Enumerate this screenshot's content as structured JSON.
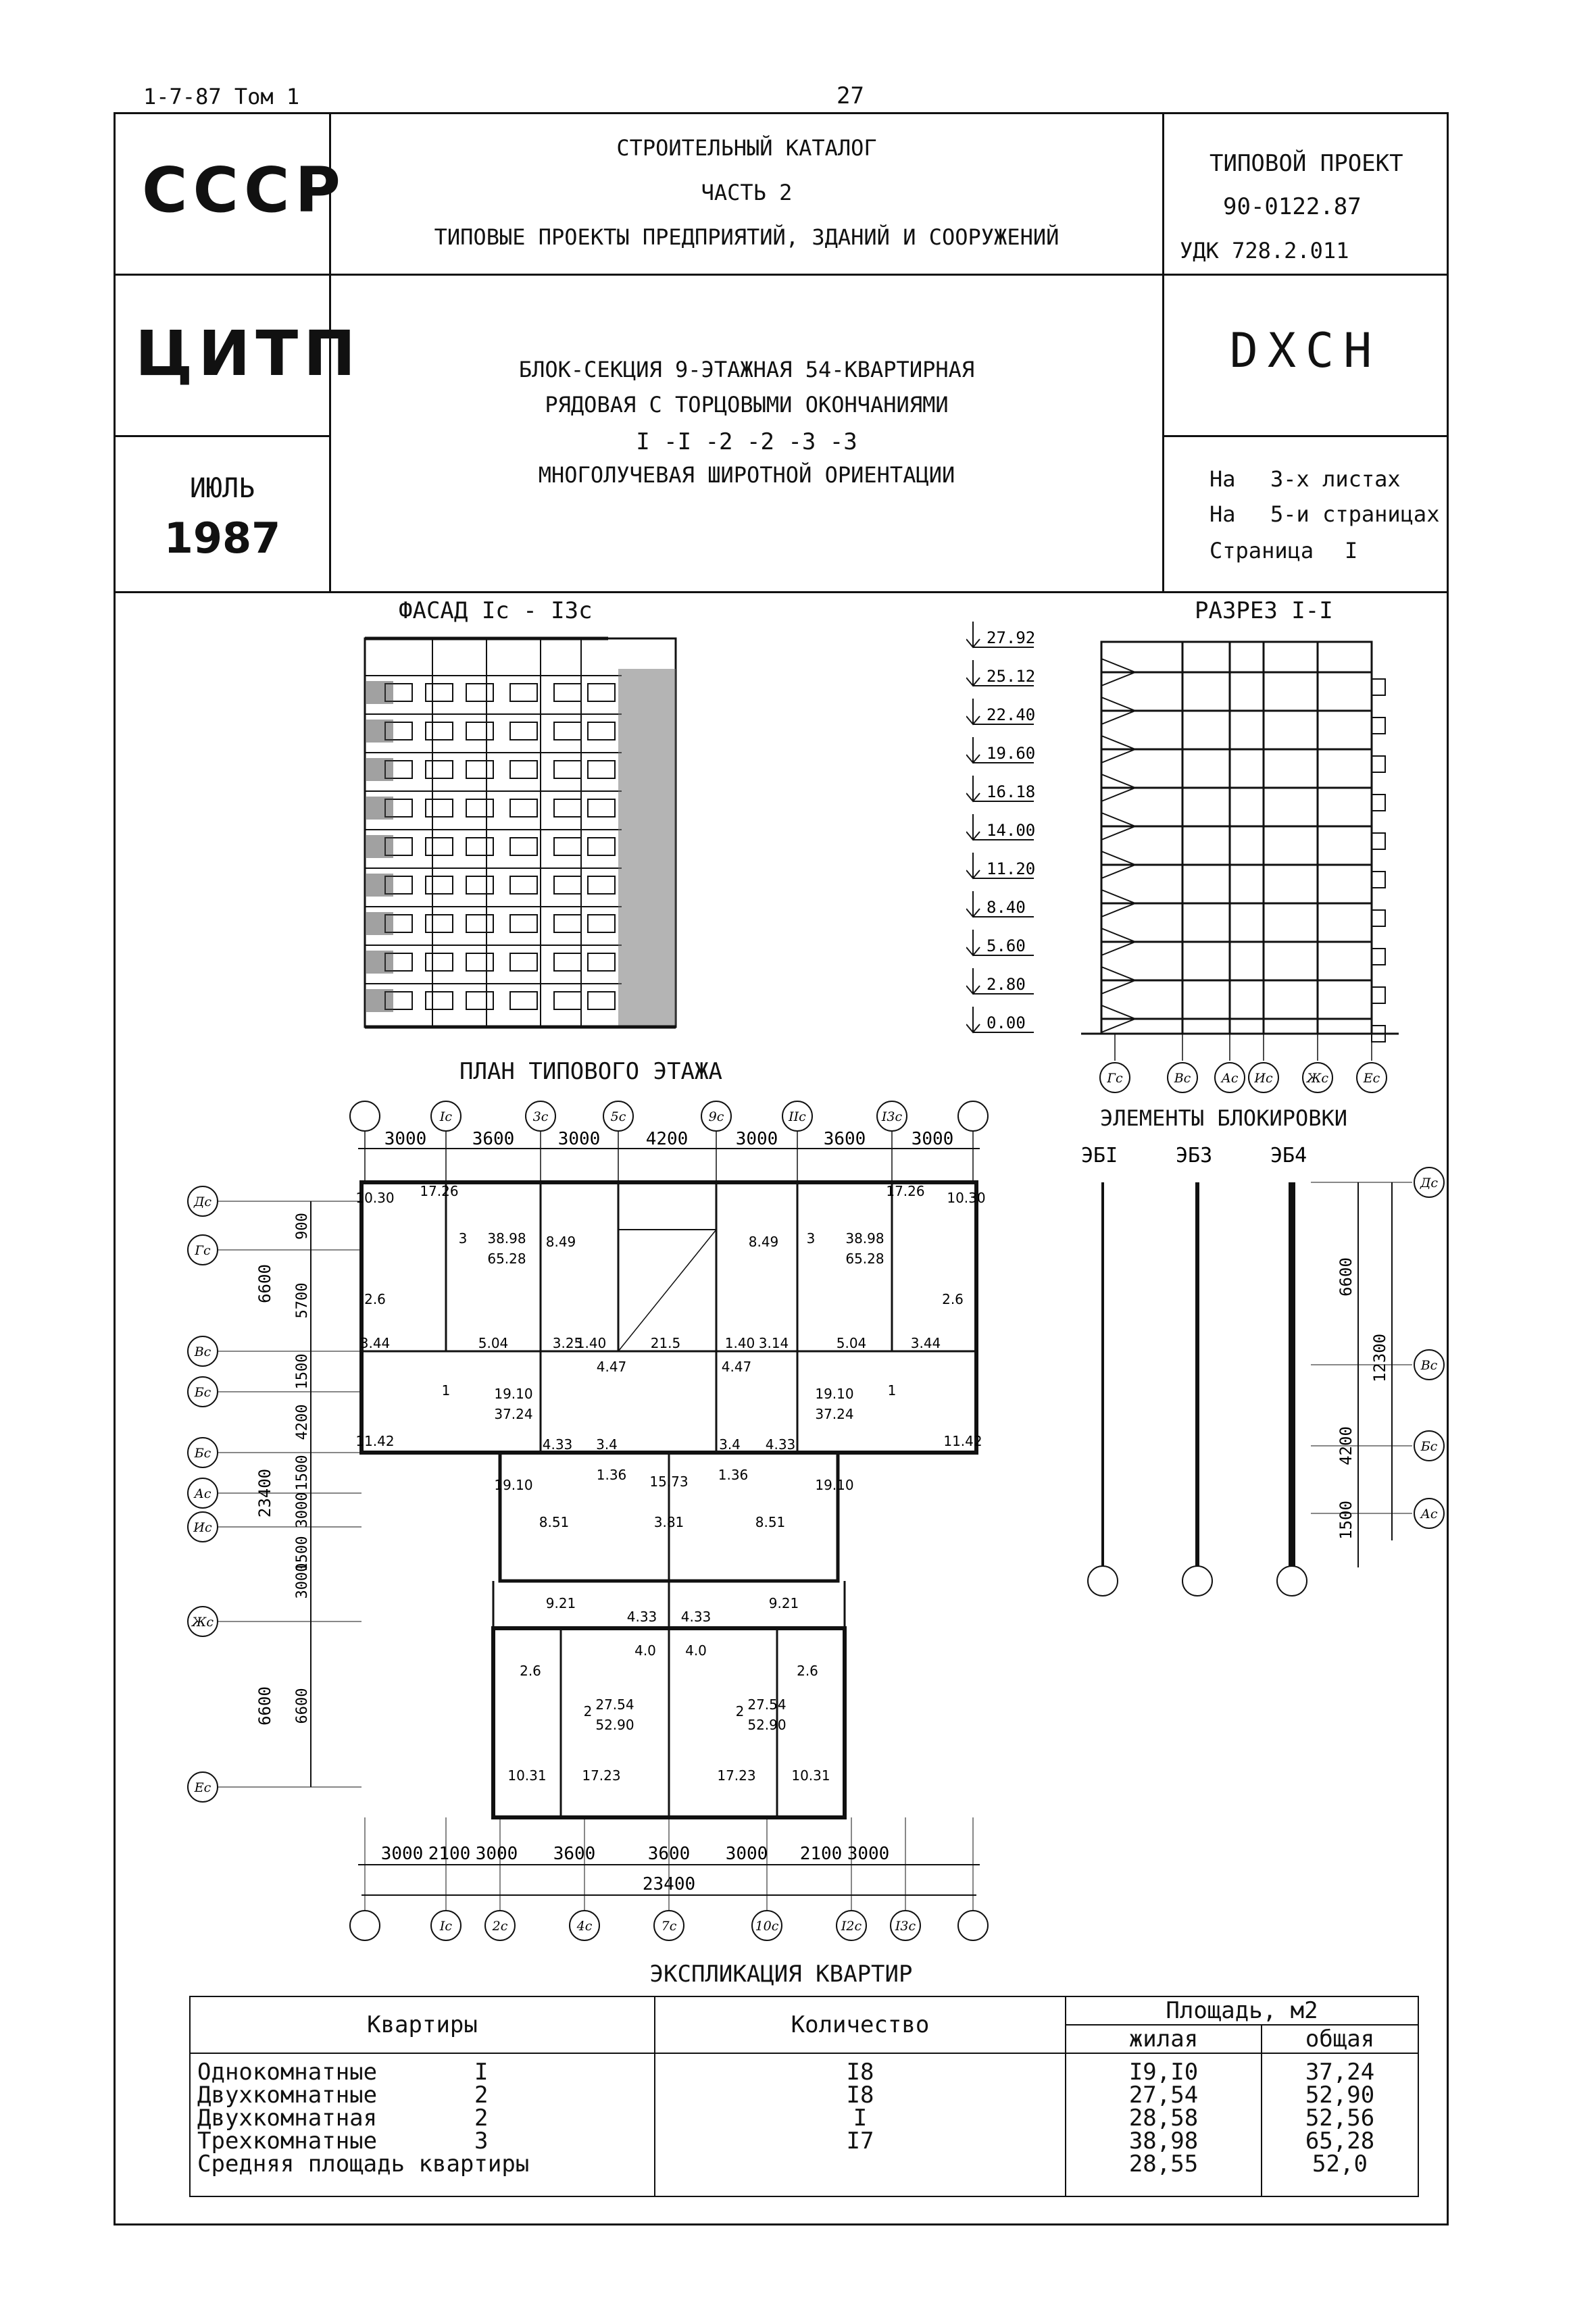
{
  "header": {
    "series": "1-7-87 Том 1",
    "page_number": "27"
  },
  "title_block": {
    "country": "СССР",
    "org": "ЦИТП",
    "month": "ИЮЛЬ",
    "year": "1987",
    "catalog_line1": "СТРОИТЕЛЬНЫЙ КАТАЛОГ",
    "catalog_line2": "ЧАСТЬ 2",
    "catalog_line3": "ТИПОВЫЕ ПРОЕКТЫ ПРЕДПРИЯТИЙ, ЗДАНИЙ И СООРУЖЕНИЙ",
    "project_label": "ТИПОВОЙ ПРОЕКТ",
    "project_number": "90-0122.87",
    "udk": "УДК 728.2.011",
    "code": "DXCH",
    "desc_line1": "БЛОК-СЕКЦИЯ 9-ЭТАЖНАЯ 54-КВАРТИРНАЯ",
    "desc_line2": "РЯДОВАЯ С ТОРЦОВЫМИ ОКОНЧАНИЯМИ",
    "desc_line3": "I -I -2 -2 -3 -3",
    "desc_line4": "МНОГОЛУЧЕВАЯ ШИРОТНОЙ ОРИЕНТАЦИИ",
    "sheets_prefix": "На",
    "sheets_value": "3-х листах",
    "pages_prefix": "На",
    "pages_value": "5-и страницах",
    "page_label": "Страница",
    "page_value": "I"
  },
  "drawings": {
    "facade_title": "ФАСАД Iс - I3с",
    "section_title": "РАЗРЕЗ I-I",
    "plan_title": "ПЛАН ТИПОВОГО ЭТАЖА",
    "blocking_title": "ЭЛЕМЕНТЫ БЛОКИРОВКИ",
    "section_levels": [
      "27.92",
      "25.12",
      "22.40",
      "19.60",
      "16.18",
      "14.00",
      "11.20",
      "8.40",
      "5.60",
      "2.80",
      "0.00"
    ],
    "section_axes": [
      "Гс",
      "Вс",
      "Ас",
      "Ис",
      "Жс",
      "Ес"
    ],
    "plan_top_axes": [
      "",
      "Iс",
      "3с",
      "5с",
      "9с",
      "IIс",
      "I3с",
      ""
    ],
    "plan_bottom_axes": [
      "",
      "Iс",
      "2с",
      "4с",
      "7с",
      "10с",
      "I2с",
      "I3с",
      ""
    ],
    "plan_left_axes": [
      "Дс",
      "Гс",
      "Вс",
      "Бс",
      "Бс",
      "Ас",
      "Ис",
      "Жс",
      "Ес"
    ],
    "plan_top_dims": [
      "3000",
      "3600",
      "3000",
      "4200",
      "3000",
      "3600",
      "3000"
    ],
    "plan_bottom_dims": [
      "3000",
      "2100",
      "3000",
      "3600",
      "3600",
      "3000",
      "2100",
      "3000"
    ],
    "plan_total": "23400",
    "plan_left_dims": [
      "900",
      "5700",
      "1500",
      "4200",
      "1500",
      "3000",
      "1500",
      "3000",
      "6600"
    ],
    "plan_left_outer": [
      "6600",
      "23400",
      "6600"
    ],
    "room_labels": [
      {
        "t": "10.30"
      },
      {
        "t": "17.26"
      },
      {
        "t": "3"
      },
      {
        "t": "38.98"
      },
      {
        "t": "65.28"
      },
      {
        "t": "8.49"
      },
      {
        "t": "8.49"
      },
      {
        "t": "3"
      },
      {
        "t": "38.98"
      },
      {
        "t": "65.28"
      },
      {
        "t": "17.26"
      },
      {
        "t": "10.30"
      },
      {
        "t": "2.6"
      },
      {
        "t": "2.6"
      },
      {
        "t": "3.44"
      },
      {
        "t": "5.04"
      },
      {
        "t": "3.25"
      },
      {
        "t": "1.40"
      },
      {
        "t": "21.5"
      },
      {
        "t": "1.40"
      },
      {
        "t": "3.14"
      },
      {
        "t": "5.04"
      },
      {
        "t": "3.44"
      },
      {
        "t": "1"
      },
      {
        "t": "19.10"
      },
      {
        "t": "37.24"
      },
      {
        "t": "4.47"
      },
      {
        "t": "4.47"
      },
      {
        "t": "19.10"
      },
      {
        "t": "37.24"
      },
      {
        "t": "1"
      },
      {
        "t": "11.42"
      },
      {
        "t": "4.33"
      },
      {
        "t": "3.4"
      },
      {
        "t": "3.4"
      },
      {
        "t": "4.33"
      },
      {
        "t": "11.42"
      },
      {
        "t": "1.36"
      },
      {
        "t": "15.73"
      },
      {
        "t": "1.36"
      },
      {
        "t": "19.10"
      },
      {
        "t": "19.10"
      },
      {
        "t": "8.51"
      },
      {
        "t": "3.81"
      },
      {
        "t": "8.51"
      },
      {
        "t": "9.21"
      },
      {
        "t": "4.33"
      },
      {
        "t": "4.33"
      },
      {
        "t": "9.21"
      },
      {
        "t": "4.0"
      },
      {
        "t": "4.0"
      },
      {
        "t": "2.6"
      },
      {
        "t": "2.6"
      },
      {
        "t": "2"
      },
      {
        "t": "27.54"
      },
      {
        "t": "52.90"
      },
      {
        "t": "2"
      },
      {
        "t": "27.54"
      },
      {
        "t": "52.90"
      },
      {
        "t": "10.31"
      },
      {
        "t": "17.23"
      },
      {
        "t": "17.23"
      },
      {
        "t": "10.31"
      }
    ],
    "blocking_elements": [
      "ЭБI",
      "ЭБ3",
      "ЭБ4"
    ],
    "blocking_dims": [
      "6600",
      "12300",
      "4200",
      "1500"
    ],
    "blocking_axes": [
      "Дс",
      "Вс",
      "Бс",
      "Ас"
    ]
  },
  "explication": {
    "title": "ЭКСПЛИКАЦИЯ КВАРТИР",
    "col_apartments": "Квартиры",
    "col_count": "Количество",
    "col_area": "Площадь, м2",
    "col_living": "жилая",
    "col_total": "общая",
    "rows": [
      {
        "name": "Однокомнатные",
        "rooms": "I",
        "count": "I8",
        "living": "I9,I0",
        "total": "37,24"
      },
      {
        "name": "Двухкомнатные",
        "rooms": "2",
        "count": "I8",
        "living": "27,54",
        "total": "52,90"
      },
      {
        "name": "Двухкомнатная",
        "rooms": "2",
        "count": "I",
        "living": "28,58",
        "total": "52,56"
      },
      {
        "name": "Трехкомнатные",
        "rooms": "3",
        "count": "I7",
        "living": "38,98",
        "total": "65,28"
      },
      {
        "name": "Средняя площадь квартиры",
        "rooms": "",
        "count": "",
        "living": "28,55",
        "total": "52,0"
      }
    ]
  }
}
